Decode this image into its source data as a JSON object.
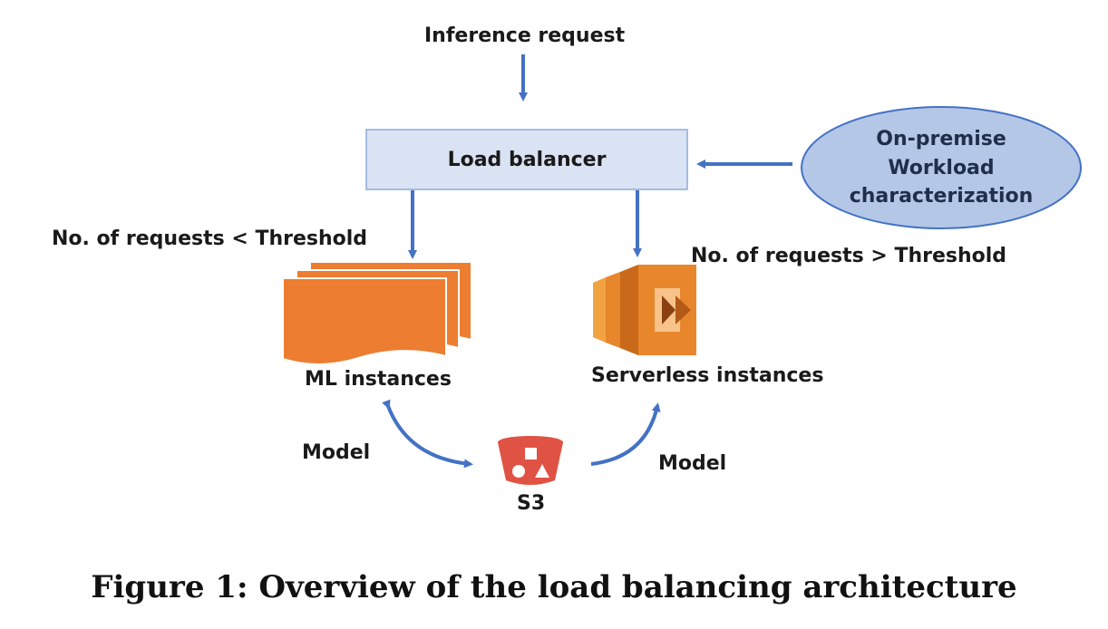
{
  "inference_request": "Inference request",
  "load_balancer": "Load balancer",
  "on_premise": {
    "line1": "On-premise",
    "line2": "Workload",
    "line3": "characterization"
  },
  "left_condition": "No. of requests < Threshold",
  "right_condition": "No. of requests > Threshold",
  "ml_instances": "ML instances",
  "serverless_instances": "Serverless instances",
  "model_left": "Model",
  "model_right": "Model",
  "s3": "S3",
  "caption": "Figure 1: Overview of the load balancing architecture",
  "colors": {
    "arrow": "#4472c4",
    "box_fill": "#dae3f3",
    "ellipse_fill": "#b4c7e7",
    "ml_orange": "#ed7d31",
    "lambda_orange": "#e8862c",
    "s3_red": "#e05243"
  },
  "icons": [
    "ml-instances-icon",
    "lambda-icon",
    "s3-bucket-icon"
  ]
}
